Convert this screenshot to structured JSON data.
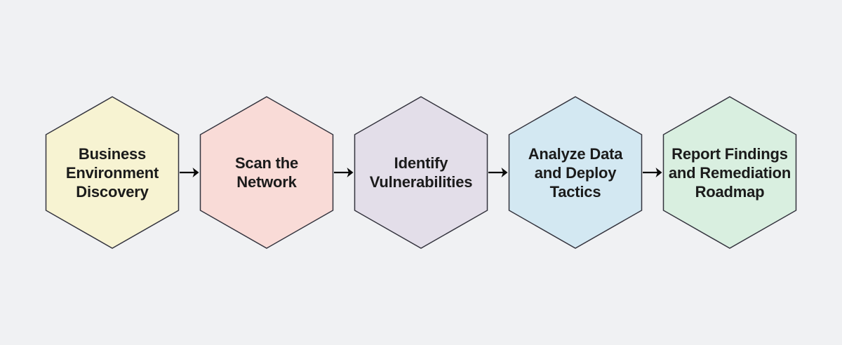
{
  "palette": {
    "canvas-bg": "#f0f1f3",
    "node-border": "#33333d",
    "node-text": "#1b1b1b",
    "arrow-color": "#0a0a0a"
  },
  "flowchart": {
    "steps": [
      {
        "label": "Business\nEnvironment\nDiscovery",
        "fill": "#f7f3d2"
      },
      {
        "label": "Scan the\nNetwork",
        "fill": "#f9dbd7"
      },
      {
        "label": "Identify\nVulnerabilities",
        "fill": "#e3dee9"
      },
      {
        "label": "Analyze Data\nand Deploy\nTactics",
        "fill": "#d3e8f2"
      },
      {
        "label": "Report Findings\nand Remediation\nRoadmap",
        "fill": "#d9efe0"
      }
    ]
  }
}
